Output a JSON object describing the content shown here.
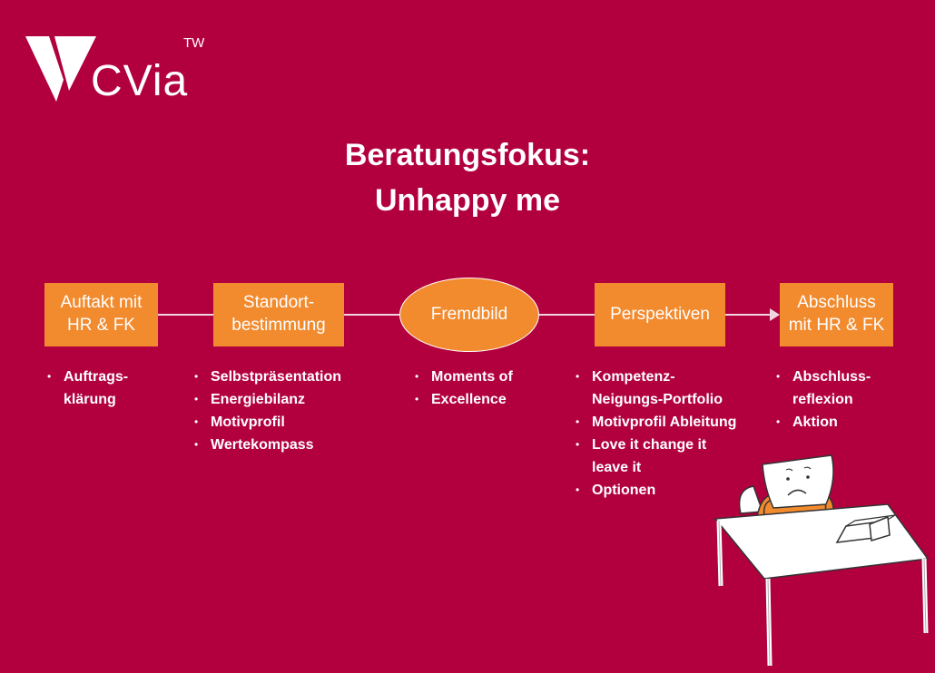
{
  "logo": {
    "text": "CVia",
    "superscript": "TW"
  },
  "title": {
    "line1": "Beratungsfokus:",
    "line2": "Unhappy me"
  },
  "steps": [
    {
      "label": "Auftakt mit\nHR & FK",
      "bullets": [
        "Auftrags-",
        "klärung"
      ]
    },
    {
      "label": "Standort-\nbestimmung",
      "bullets": [
        "Selbstpräsentation",
        "Energiebilanz",
        "Motivprofil",
        "Wertekompass"
      ]
    },
    {
      "label": "Fremdbild",
      "bullets": [
        "Moments of",
        "Excellence"
      ]
    },
    {
      "label": "Perspektiven",
      "bullets": [
        "Kompetenz-",
        "Neigungs-Portfolio",
        "Motivprofil Ableitung",
        "Love it change it",
        "leave it",
        "Optionen"
      ]
    },
    {
      "label": "Abschluss\nmit HR & FK",
      "bullets": [
        "Abschluss-",
        "reflexion",
        "Aktion"
      ]
    }
  ],
  "colors": {
    "background": "#b2003f",
    "step_fill": "#f28a2e",
    "text": "#ffffff"
  }
}
